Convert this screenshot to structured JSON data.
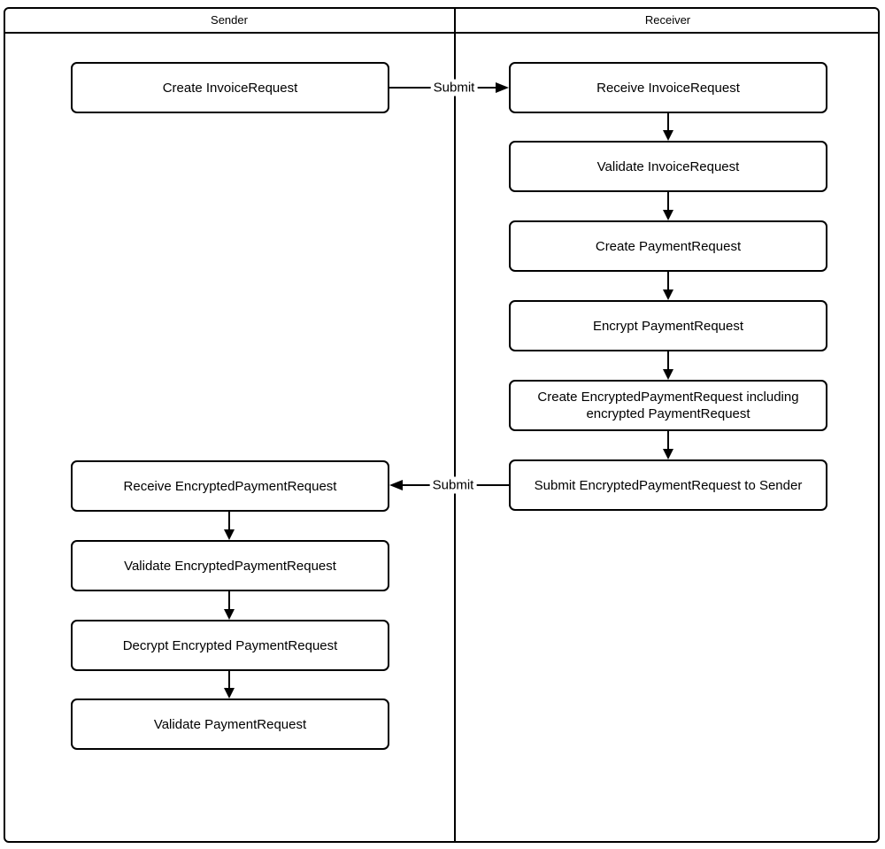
{
  "diagram": {
    "lanes": [
      {
        "title": "Sender",
        "nodes": [
          "Create InvoiceRequest",
          "Receive EncryptedPaymentRequest",
          "Validate EncryptedPaymentRequest",
          "Decrypt Encrypted PaymentRequest",
          "Validate PaymentRequest"
        ]
      },
      {
        "title": "Receiver",
        "nodes": [
          "Receive InvoiceRequest",
          "Validate InvoiceRequest",
          "Create PaymentRequest",
          "Encrypt PaymentRequest",
          "Create EncryptedPaymentRequest including encrypted PaymentRequest",
          "Submit EncryptedPaymentRequest to Sender"
        ]
      }
    ],
    "edges": {
      "submit_to_receiver_label": "Submit",
      "submit_to_sender_label": "Submit"
    },
    "colors": {
      "line": "#000000",
      "background": "#ffffff"
    }
  }
}
